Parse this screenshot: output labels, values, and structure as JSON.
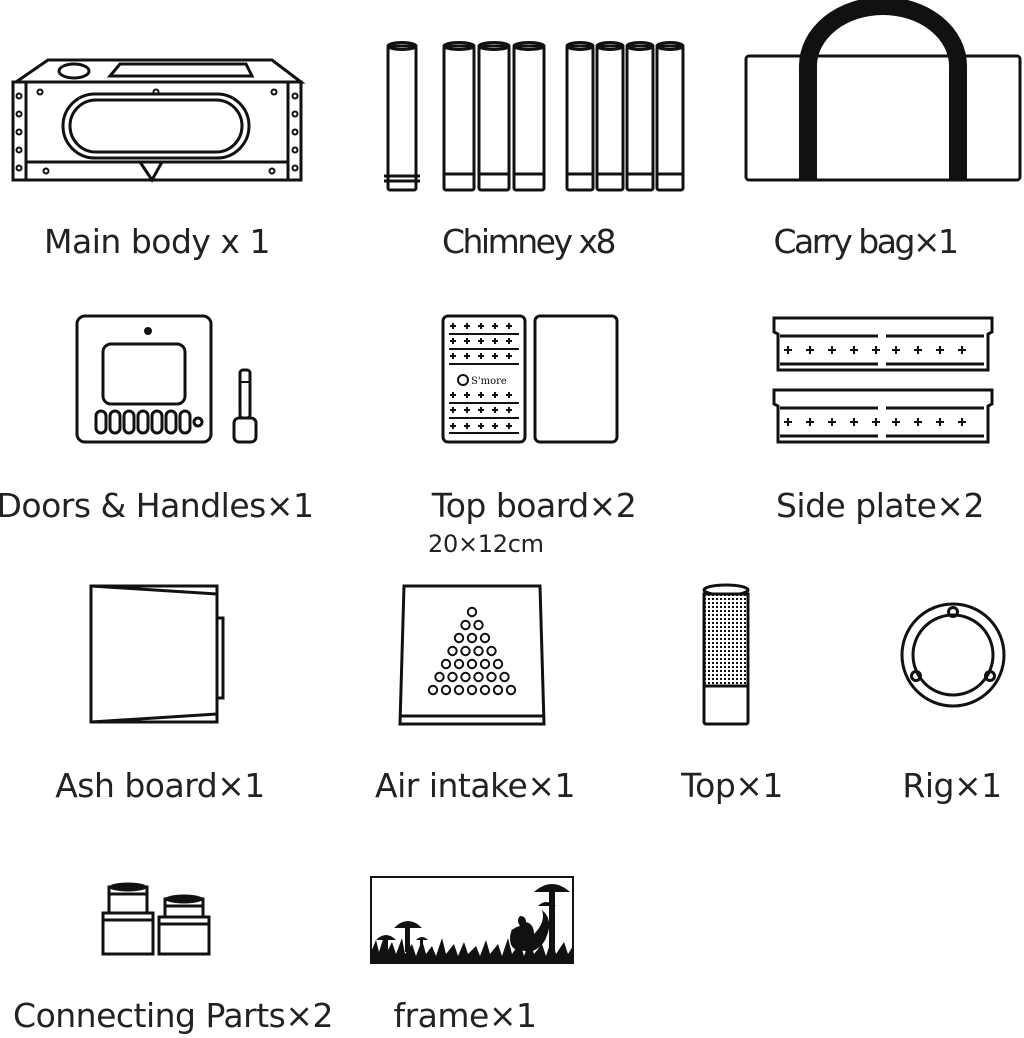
{
  "parts": {
    "main_body": "Main body x 1",
    "chimney": "Chimney x8",
    "carry_bag": "Carry bag×1",
    "doors_handles": "Doors & Handles×1",
    "top_board": "Top board×2",
    "top_board_size": "20×12cm",
    "top_board_logo": "S'more",
    "side_plate": "Side plate×2",
    "ash_board": "Ash board×1",
    "air_intake": "Air intake×1",
    "top": "Top×1",
    "rig": "Rig×1",
    "connecting_parts": "Connecting Parts×2",
    "frame": "frame×1"
  },
  "colors": {
    "line": "#111111",
    "background": "#ffffff"
  }
}
